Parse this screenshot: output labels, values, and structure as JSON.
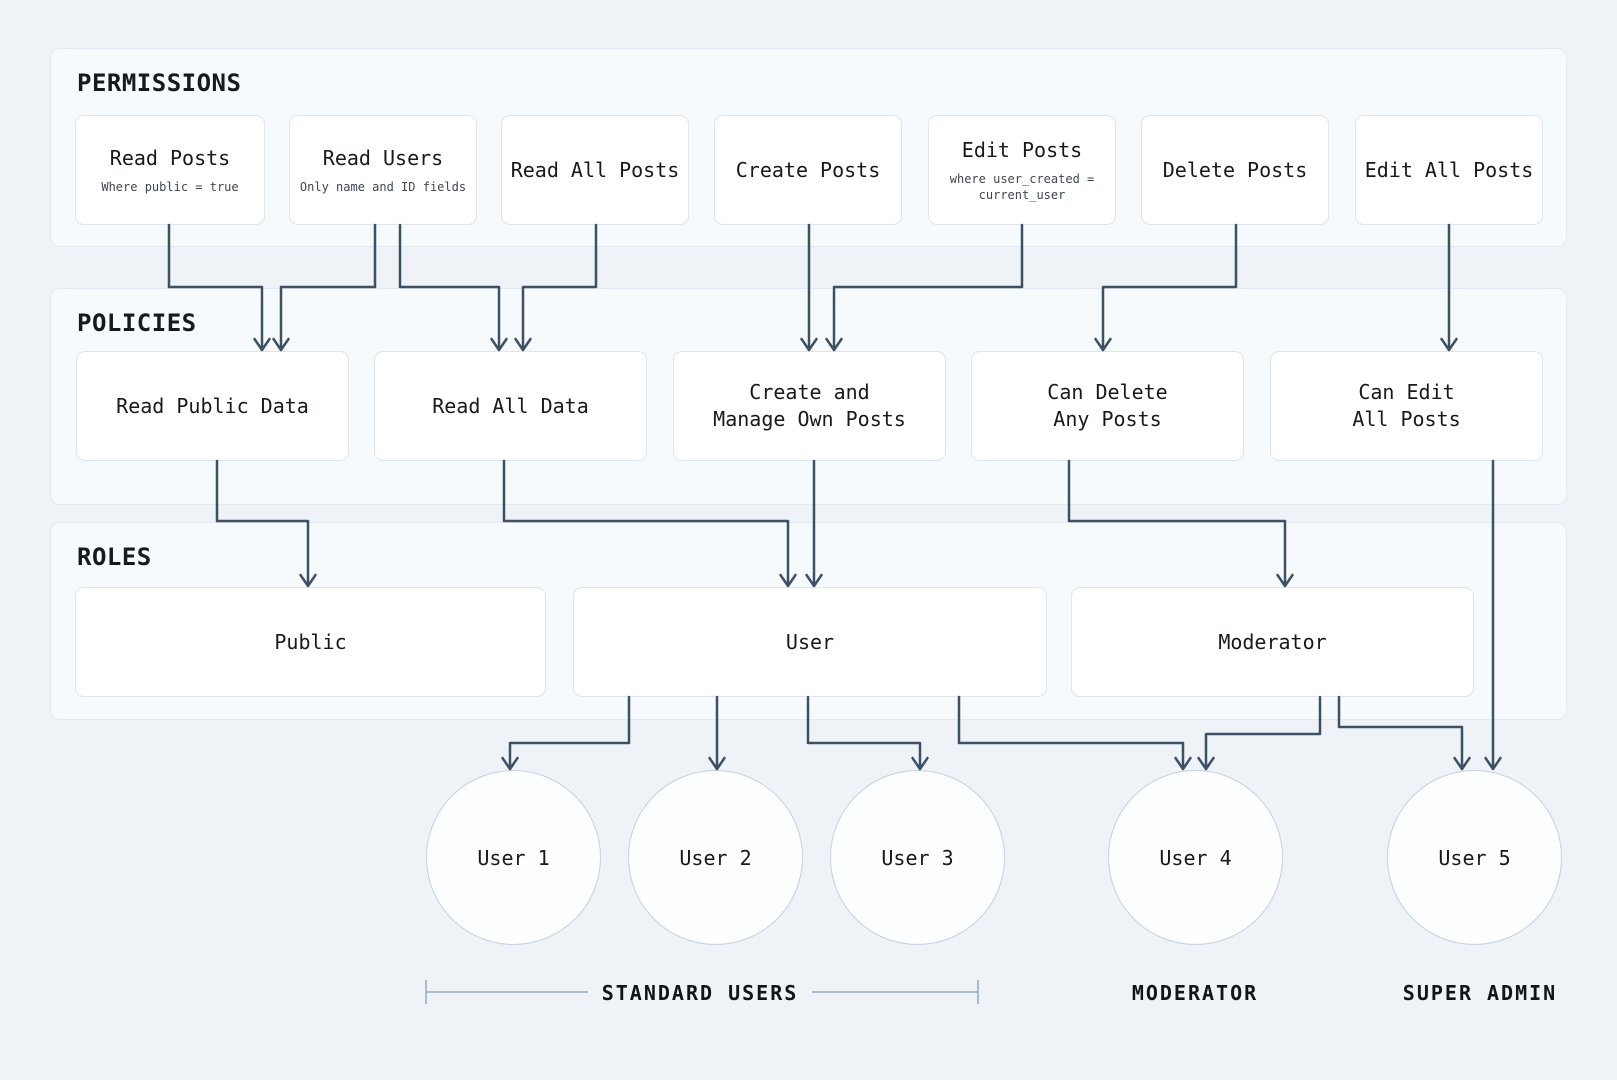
{
  "sections": [
    {
      "title": "PERMISSIONS",
      "boxes": [
        {
          "title": "Read Posts",
          "subtitle": "Where public = true"
        },
        {
          "title": "Read Users",
          "subtitle": "Only name and ID fields"
        },
        {
          "title": "Read All Posts"
        },
        {
          "title": "Create Posts"
        },
        {
          "title": "Edit Posts",
          "subtitle": "where user_created =\ncurrent_user"
        },
        {
          "title": "Delete Posts"
        },
        {
          "title": "Edit All Posts"
        }
      ]
    },
    {
      "title": "POLICIES",
      "boxes": [
        {
          "title": "Read Public Data"
        },
        {
          "title": "Read All Data"
        },
        {
          "title": "Create and\nManage Own Posts"
        },
        {
          "title": "Can Delete\nAny Posts"
        },
        {
          "title": "Can Edit\nAll Posts"
        }
      ]
    },
    {
      "title": "ROLES",
      "boxes": [
        {
          "title": "Public"
        },
        {
          "title": "User"
        },
        {
          "title": "Moderator"
        }
      ]
    }
  ],
  "users": [
    {
      "label": "User 1"
    },
    {
      "label": "User 2"
    },
    {
      "label": "User 3"
    },
    {
      "label": "User 4"
    },
    {
      "label": "User 5"
    }
  ],
  "group_labels": {
    "standard": "STANDARD USERS",
    "moderator": "MODERATOR",
    "super_admin": "SUPER ADMIN"
  },
  "connections": [
    {
      "from": "Read Posts",
      "to": "Read Public Data"
    },
    {
      "from": "Read Users",
      "to": "Read Public Data"
    },
    {
      "from": "Read Users",
      "to": "Read All Data"
    },
    {
      "from": "Read All Posts",
      "to": "Read All Data"
    },
    {
      "from": "Create Posts",
      "to": "Create and Manage Own Posts"
    },
    {
      "from": "Edit Posts",
      "to": "Create and Manage Own Posts"
    },
    {
      "from": "Delete Posts",
      "to": "Can Delete Any Posts"
    },
    {
      "from": "Edit All Posts",
      "to": "Can Edit All Posts"
    },
    {
      "from": "Read Public Data",
      "to": "Public"
    },
    {
      "from": "Read All Data",
      "to": "User"
    },
    {
      "from": "Create and Manage Own Posts",
      "to": "User"
    },
    {
      "from": "Can Delete Any Posts",
      "to": "Moderator"
    },
    {
      "from": "Can Edit All Posts",
      "to": "User 5"
    },
    {
      "from": "User",
      "to": "User 1"
    },
    {
      "from": "User",
      "to": "User 2"
    },
    {
      "from": "User",
      "to": "User 3"
    },
    {
      "from": "User",
      "to": "User 4"
    },
    {
      "from": "Moderator",
      "to": "User 4"
    },
    {
      "from": "Moderator",
      "to": "User 5"
    }
  ],
  "colors": {
    "background": "#eff3f8",
    "panel": "#f7fafc",
    "panel_border": "#e3e9f0",
    "box_background": "#ffffff",
    "box_border": "#dfe5ed",
    "circle_border": "#c4d1e0",
    "arrow": "#3d5166",
    "bracket": "#93a8c4",
    "text": "#16191d",
    "subtext": "#3f4650"
  }
}
